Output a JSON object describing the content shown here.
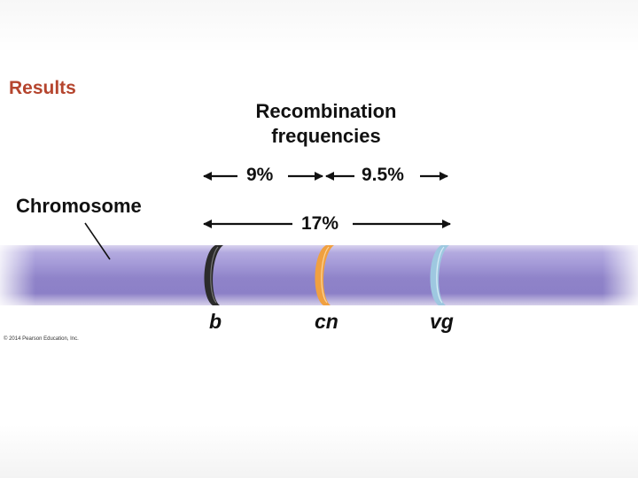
{
  "figure": {
    "section_title": "Results",
    "heading_line1": "Recombination",
    "heading_line2": "frequencies",
    "chromosome_label": "Chromosome",
    "distances": {
      "b_cn": "9%",
      "cn_vg": "9.5%",
      "b_vg": "17%"
    },
    "genes": {
      "b": "b",
      "cn": "cn",
      "vg": "vg"
    },
    "copyright": "© 2014 Pearson Education, Inc.",
    "colors": {
      "title": "#b5452e",
      "chromosome": "#8d80c8",
      "band_b": "#2b2b2b",
      "band_cn": "#f0a040",
      "band_vg": "#9ec8e0"
    }
  }
}
